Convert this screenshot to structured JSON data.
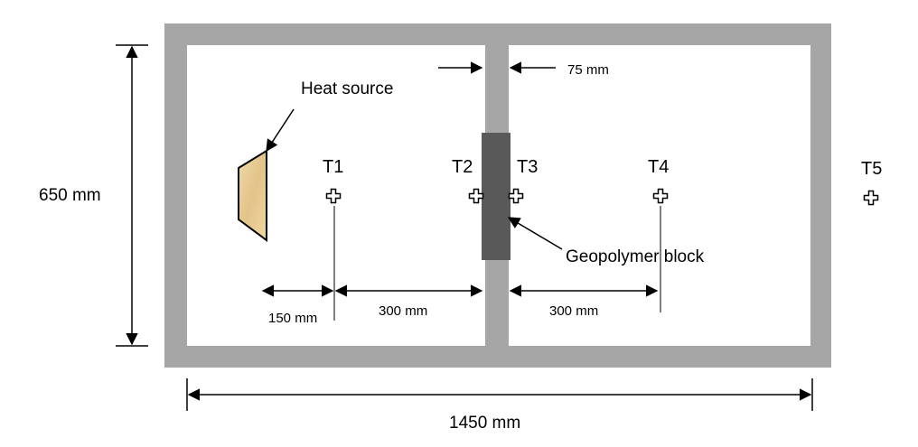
{
  "diagram": {
    "dimensions": {
      "total_width": "1450 mm",
      "total_height": "650 mm",
      "wall_thickness": "75 mm",
      "heater_to_t1": "150 mm",
      "t1_to_t2": "300 mm",
      "t3_to_t4": "300 mm"
    },
    "labels": {
      "heat_source": "Heat source",
      "geopolymer_block": "Geopolymer block"
    },
    "sensors": [
      "T1",
      "T2",
      "T3",
      "T4",
      "T5"
    ],
    "colors": {
      "enclosure_wall": "#a6a6a6",
      "geopolymer_block": "#595959",
      "heat_source_fill": "#e8c98f",
      "background": "#ffffff"
    }
  }
}
